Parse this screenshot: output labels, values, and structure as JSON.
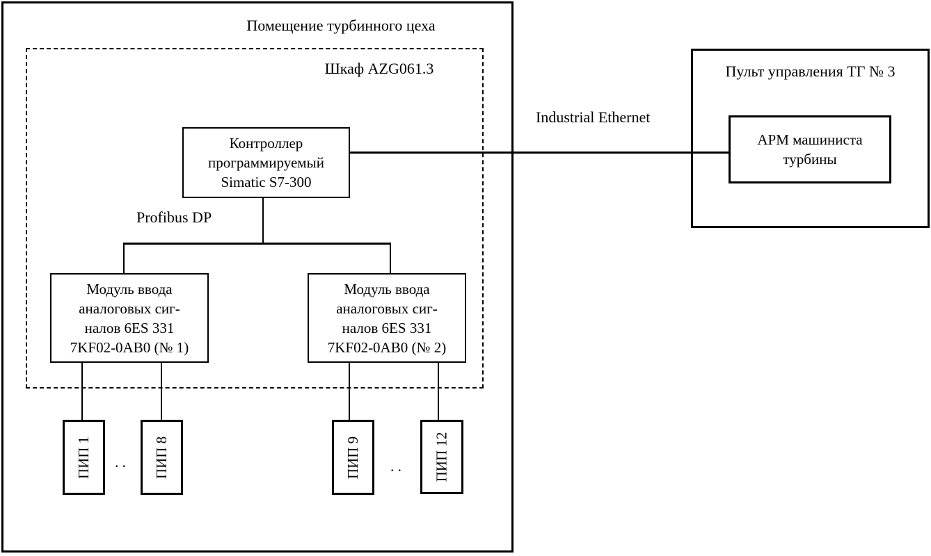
{
  "colors": {
    "ink": "#000000",
    "paper": "#ffffff"
  },
  "room": {
    "title": "Помещение турбинного цеха"
  },
  "cabinet": {
    "title": "Шкаф AZG061.3"
  },
  "controller": {
    "lines": [
      "Контроллер",
      "программируемый",
      "Simatic S7-300"
    ]
  },
  "network": {
    "profibus_label": "Profibus DP",
    "ethernet_label": "Industrial Ethernet"
  },
  "modules": [
    {
      "lines": [
        "Модуль ввода",
        "аналоговых сиг-",
        "налов 6ES 331",
        "7KF02-0AB0 (№ 1)"
      ]
    },
    {
      "lines": [
        "Модуль ввода",
        "аналоговых сиг-",
        "налов 6ES 331",
        "7KF02-0AB0 (№ 2)"
      ]
    }
  ],
  "sensors": [
    {
      "label": "ПИП 1"
    },
    {
      "label": "ПИП 8"
    },
    {
      "label": "ПИП 9"
    },
    {
      "label": "ПИП 12"
    }
  ],
  "ellipsis": "..",
  "panel": {
    "title": "Пульт управления ТГ № 3"
  },
  "arm": {
    "lines": [
      "АРМ машиниста",
      "турбины"
    ]
  }
}
